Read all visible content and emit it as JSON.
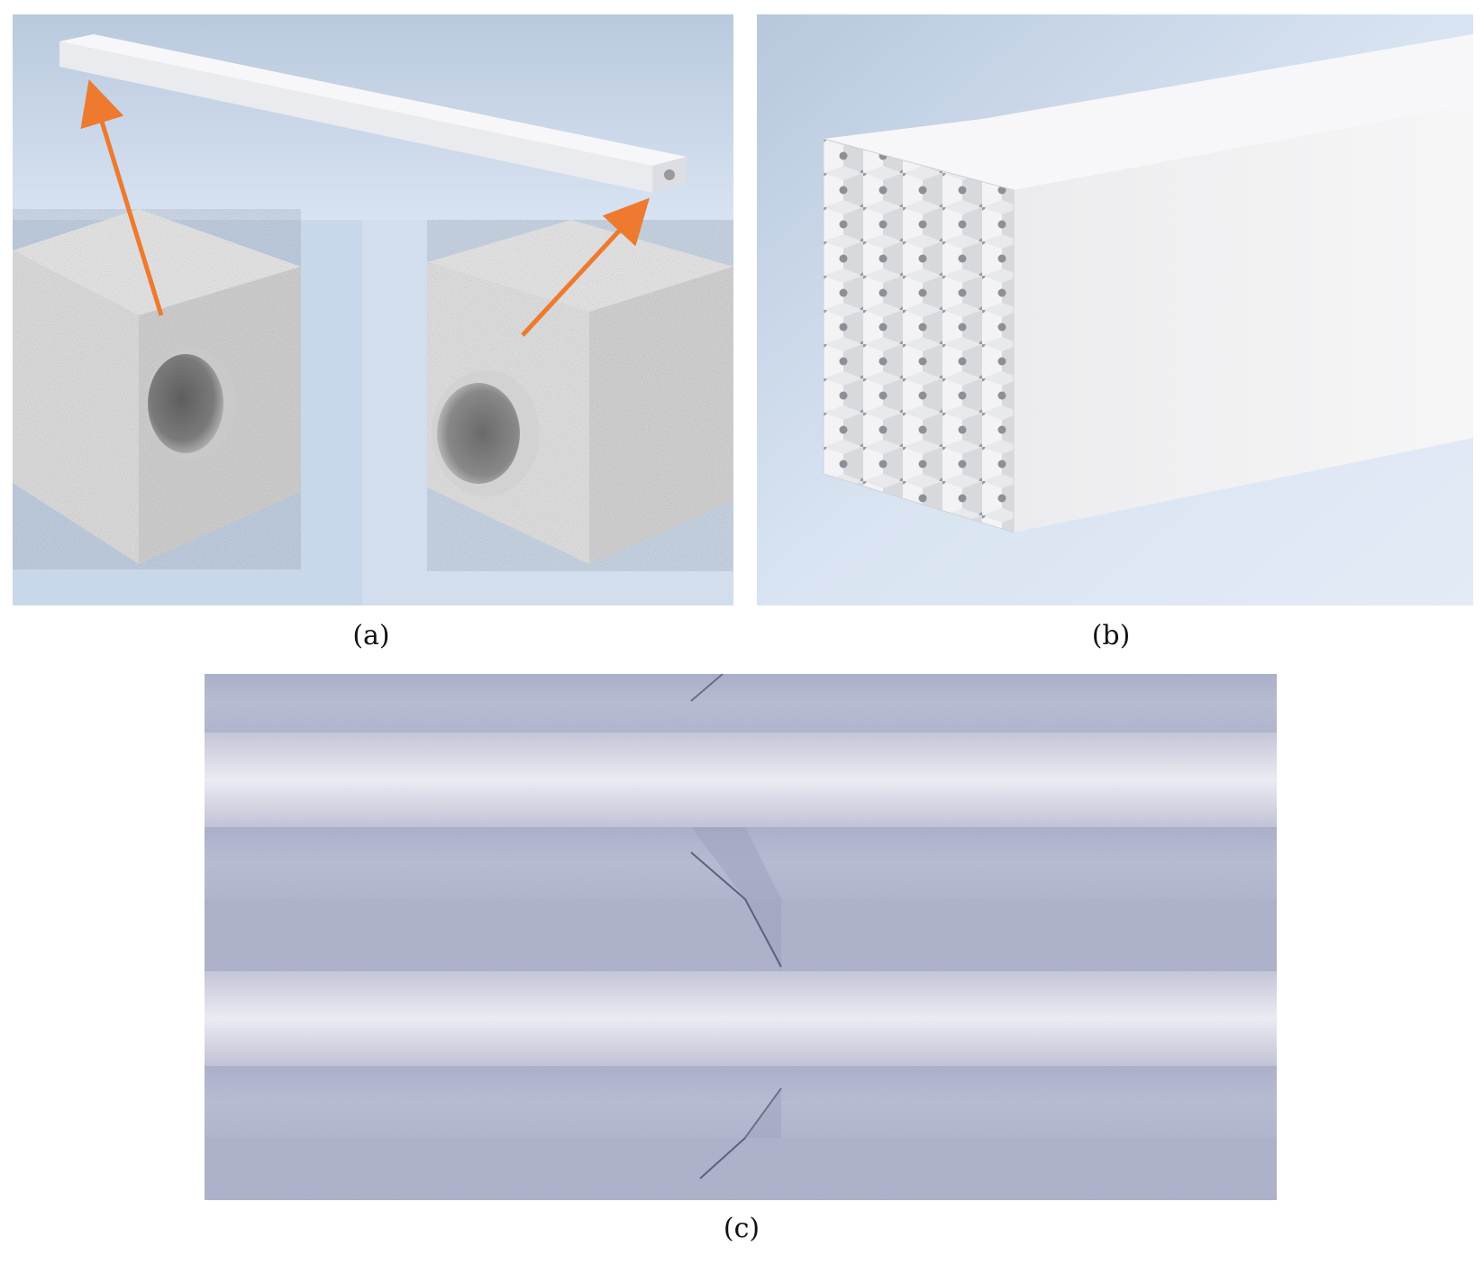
{
  "figure": {
    "panels": [
      {
        "id": "a",
        "label": "(a)"
      },
      {
        "id": "b",
        "label": "(b)"
      },
      {
        "id": "c",
        "label": "(c)"
      }
    ],
    "colors": {
      "arrow": "#ED7A2E",
      "background_light": "#DCE6F4",
      "background_dark": "#AFC1D7",
      "solid_white": "#F2F2F2",
      "slice_band_dark": "#A9ADC9",
      "slice_band_light": "#F3F3F8"
    }
  }
}
